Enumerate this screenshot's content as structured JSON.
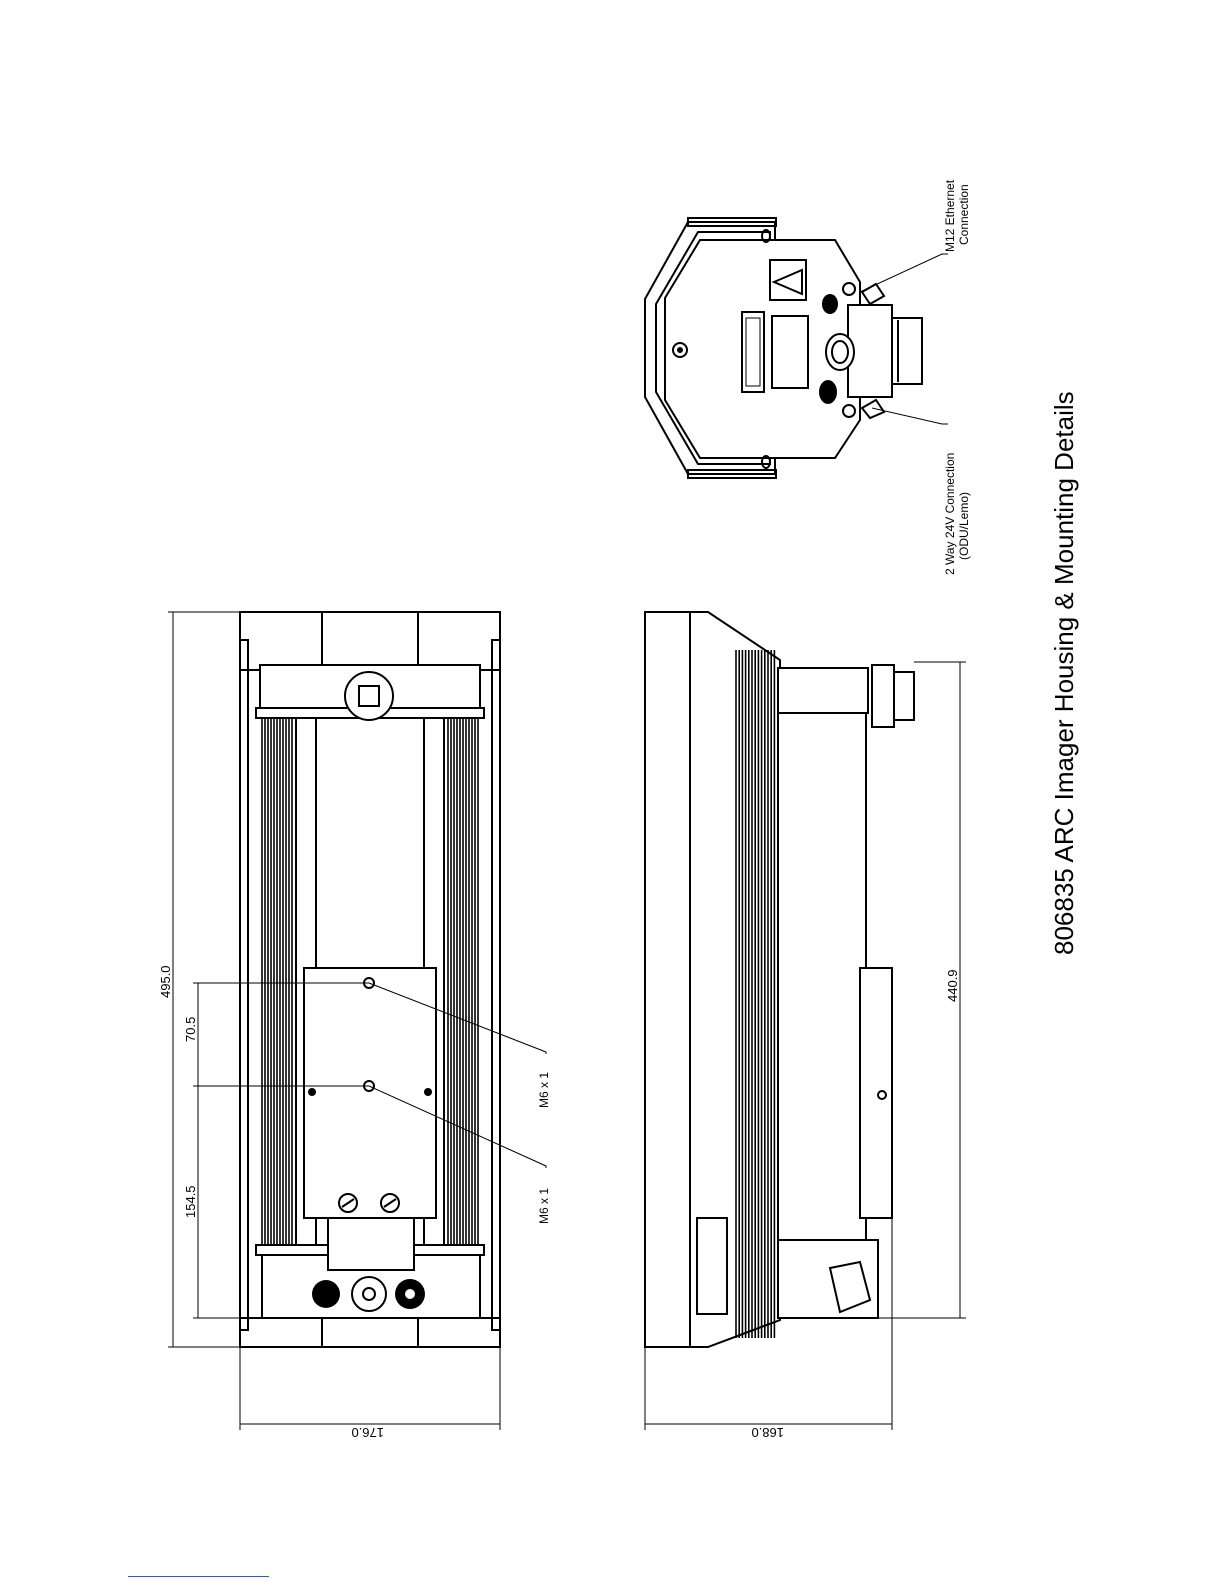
{
  "title": "806835 ARC Imager Housing & Mounting Details",
  "callouts": {
    "m12": [
      "M12 Ethernet",
      "Connection"
    ],
    "power": [
      "2 Way 24V Connection",
      "(ODU/Lemo)"
    ]
  },
  "dimensions": {
    "overall_length": "495.0",
    "hole_spacing": "70.5",
    "hole_offset": "154.5",
    "width_top_view": "176.0",
    "side_length": "440.9",
    "height_side_view": "168.0"
  },
  "hole_labels": [
    "M6 x 1",
    "M6 x 1"
  ],
  "colors": {
    "line": "#000000",
    "background": "#ffffff",
    "link": "#3a55c8"
  }
}
